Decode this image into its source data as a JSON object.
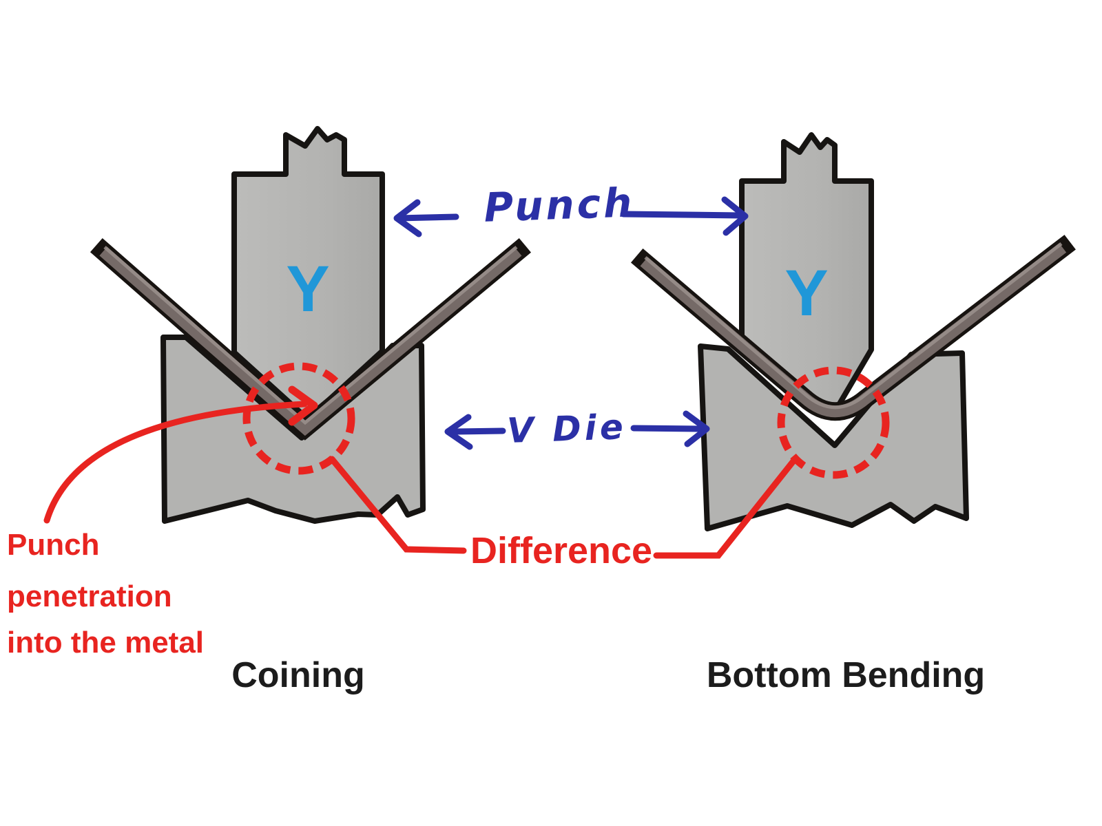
{
  "figure": {
    "title_left": "Coining",
    "title_right": "Bottom Bending",
    "description": "Comparison of V-bending methods: coining (punch penetrates metal to die bottom) versus bottom bending (gap remains between metal and die bottom)"
  },
  "labels": {
    "punch": "Punch",
    "v_die": "V Die",
    "difference": "Difference",
    "y": "Y",
    "coining": "Coining",
    "bottom_bending": "Bottom Bending"
  },
  "annotations": {
    "penetration_lines": [
      "Punch",
      "penetration",
      "into the metal"
    ]
  },
  "colors": {
    "ink_blue": "#2b30a6",
    "annotation_red": "#e82420",
    "y_cyan": "#2097d8",
    "tool_gray": "#b3b3b1",
    "metal_gray": "#756a67",
    "outline_black": "#161412",
    "background": "#ffffff"
  }
}
